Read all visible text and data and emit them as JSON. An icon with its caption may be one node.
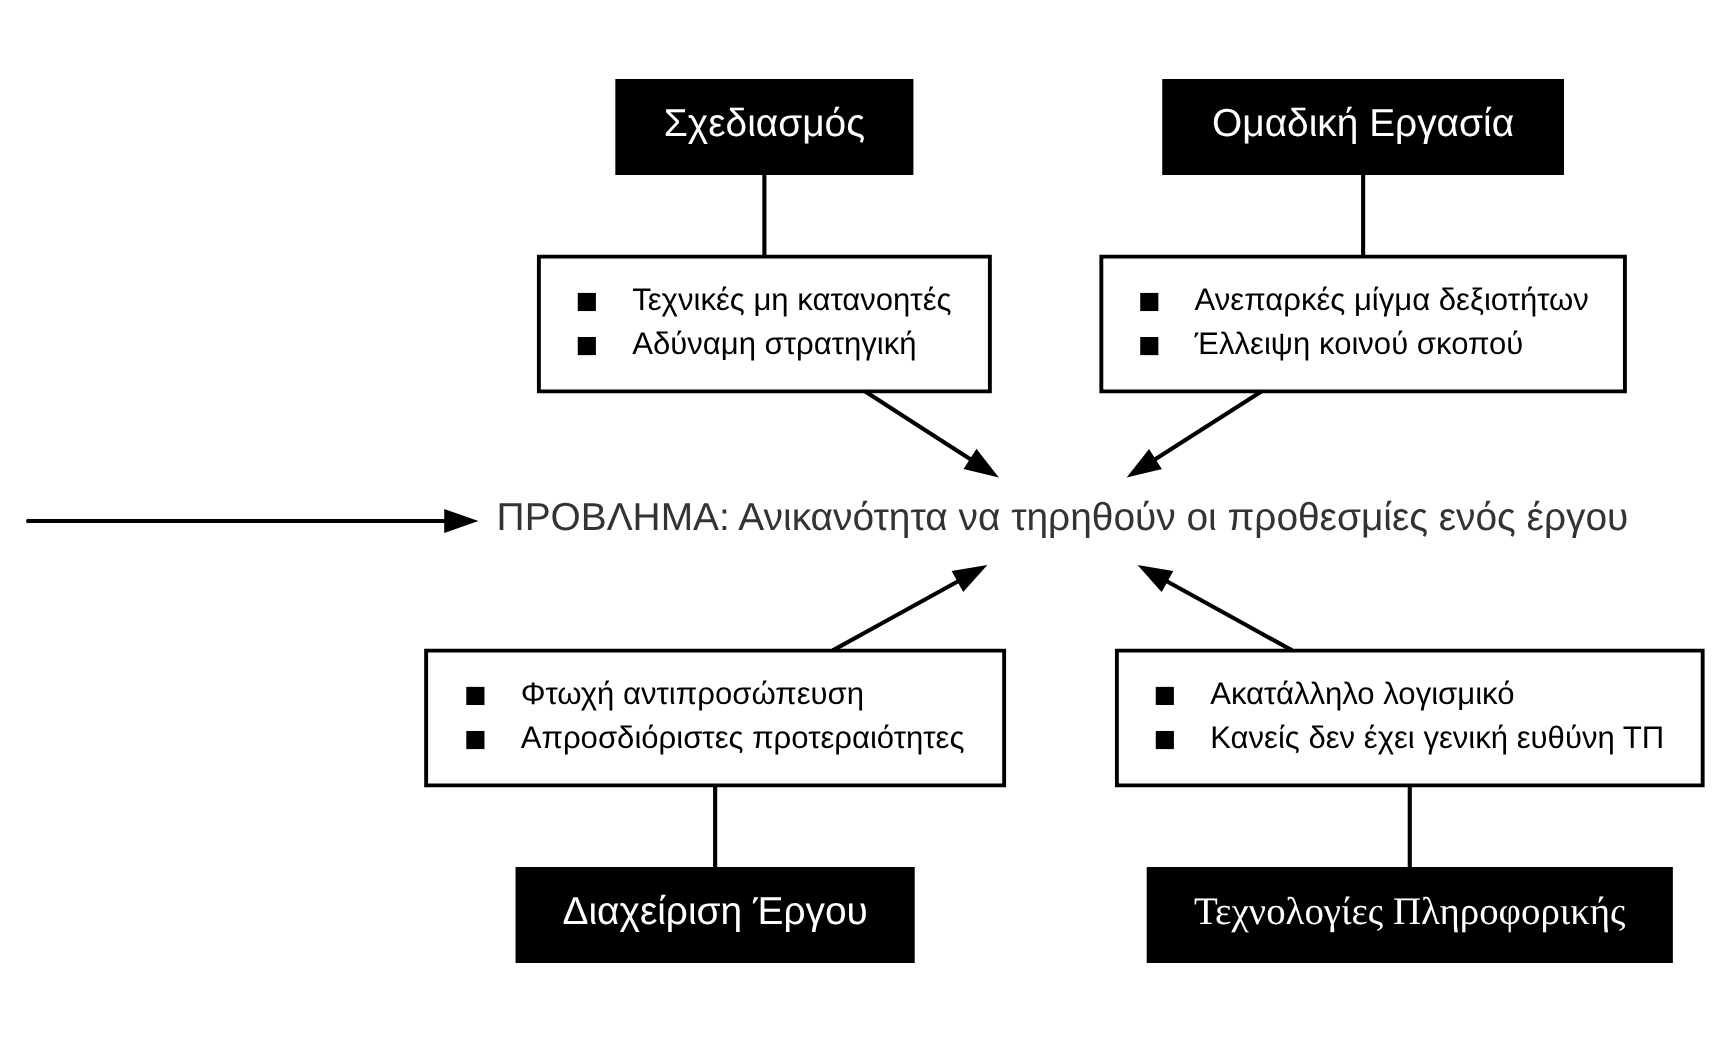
{
  "diagram": {
    "nodes": [
      {
        "text": [
          "Σχεδιασμός"
        ]
      },
      {
        "text": [
          "Τεχνικές μη κατανοητές",
          "Αδύναμη στρατηγική"
        ]
      },
      {
        "text": [
          "Ομαδική Εργασία"
        ]
      },
      {
        "text": [
          "Ανεπαρκές μίγμα δεξιοτήτων",
          "Έλλειψη κοινού σκοπού"
        ]
      },
      {
        "text": [
          "ΠΡΟΒΛΗΜΑ: Ανικανότητα να τηρηθούν οι προθεσμίες ενός έργου"
        ]
      },
      {
        "text": [
          "Φτωχή αντιπροσώπευση",
          "Απροσδιόριστες προτεραιότητες"
        ]
      },
      {
        "text": [
          "Ακατάλληλο λογισμικό",
          "Κανείς δεν έχει γενική ευθύνη ΤΠ"
        ]
      },
      {
        "text": [
          "Διαχείριση Έργου"
        ]
      },
      {
        "text": [
          "Τεχνολογίες Πληροφορικής"
        ]
      }
    ],
    "edges": [
      {
        "from": 0,
        "to": 1,
        "arrow": "none"
      },
      {
        "from": 2,
        "to": 3,
        "arrow": "none"
      },
      {
        "from": 1,
        "to": 4,
        "arrow": "to"
      },
      {
        "from": 3,
        "to": 4,
        "arrow": "to"
      },
      {
        "from": 7,
        "to": 5,
        "arrow": "none"
      },
      {
        "from": 8,
        "to": 6,
        "arrow": "none"
      },
      {
        "from": 5,
        "to": 4,
        "arrow": "to"
      },
      {
        "from": 6,
        "to": 4,
        "arrow": "to"
      },
      {
        "from": null,
        "to": 4,
        "arrow": "to"
      }
    ]
  }
}
